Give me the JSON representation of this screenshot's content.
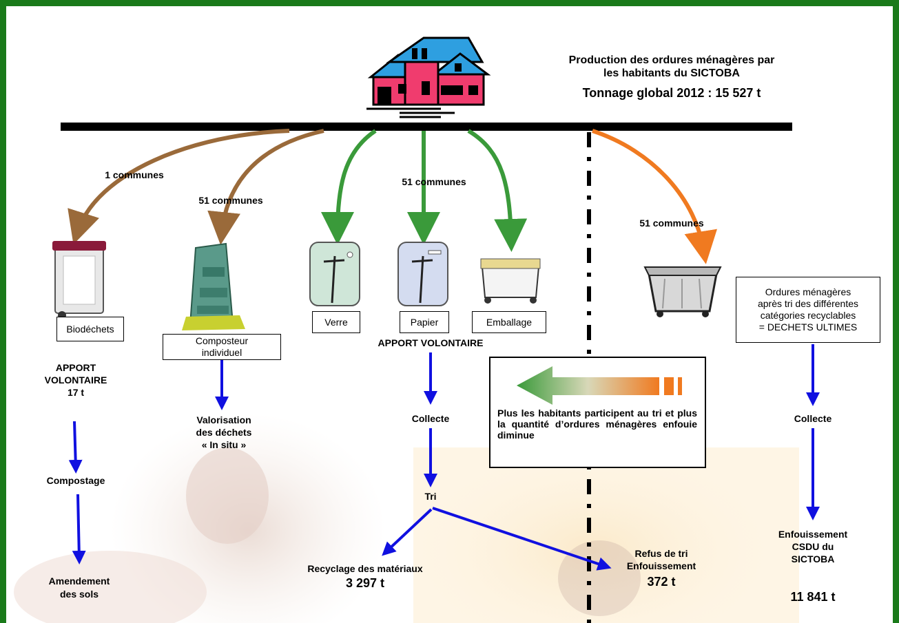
{
  "title": {
    "line1": "Production des ordures ménagères par",
    "line2": "les habitants du SICTOBA",
    "tonnage": "Tonnage global 2012 : 15 527 t"
  },
  "labels": {
    "communes_bio": "1 communes",
    "communes_compost": "51 communes",
    "communes_tri": "51 communes",
    "communes_om": "51 communes"
  },
  "containers": {
    "biodechets": "Biodéchets",
    "composteur_1": "Composteur",
    "composteur_2": "individuel",
    "verre": "Verre",
    "papier": "Papier",
    "emballage": "Emballage",
    "om_1": "Ordures ménagères",
    "om_2": "après tri des différentes",
    "om_3": "catégories recyclables",
    "om_4": "= DECHETS ULTIMES"
  },
  "flows": {
    "apport_1": "APPORT",
    "apport_2": "VOLONTAIRE",
    "apport_tonnage": "17 t",
    "compostage": "Compostage",
    "amendement_1": "Amendement",
    "amendement_2": "des sols",
    "valorisation_1": "Valorisation",
    "valorisation_2": "des déchets",
    "valorisation_3": "« In situ »",
    "apport_volontaire": "APPORT VOLONTAIRE",
    "collecte_tri": "Collecte",
    "tri": "Tri",
    "recyclage": "Recyclage des matériaux",
    "recyclage_tonnage": "3 297 t",
    "refus_1": "Refus de tri",
    "refus_2": "Enfouissement",
    "refus_tonnage": "372 t",
    "collecte_om": "Collecte",
    "enfouissement_1": "Enfouissement",
    "enfouissement_2": "CSDU du",
    "enfouissement_3": "SICTOBA",
    "enfouissement_tonnage": "11 841 t"
  },
  "legend": {
    "text": "Plus les habitants participent au tri et plus la quantité d’ordures ménagères enfouie diminue"
  },
  "colors": {
    "frame": "#1a7a1a",
    "brown_arrow": "#9a6a3a",
    "green_arrow": "#3a9a3a",
    "orange_arrow": "#f07a20",
    "blue_arrow": "#1010e0"
  }
}
